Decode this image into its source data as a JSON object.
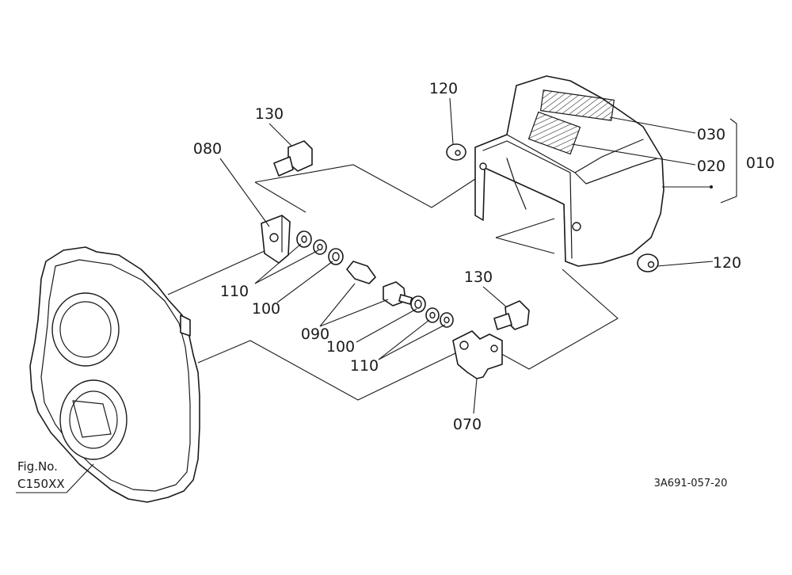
{
  "figure": {
    "fig_no_label": "Fig.No.",
    "fig_no_value": "C150XX",
    "drawing_code": "3A691-057-20"
  },
  "parts": [
    {
      "id": "p010",
      "number": "010"
    },
    {
      "id": "p020",
      "number": "020"
    },
    {
      "id": "p030",
      "number": "030"
    },
    {
      "id": "p070",
      "number": "070"
    },
    {
      "id": "p080",
      "number": "080"
    },
    {
      "id": "p090",
      "number": "090"
    },
    {
      "id": "p100a",
      "number": "100"
    },
    {
      "id": "p100b",
      "number": "100"
    },
    {
      "id": "p110a",
      "number": "110"
    },
    {
      "id": "p110b",
      "number": "110"
    },
    {
      "id": "p120a",
      "number": "120"
    },
    {
      "id": "p120b",
      "number": "120"
    },
    {
      "id": "p130a",
      "number": "130"
    },
    {
      "id": "p130b",
      "number": "130"
    }
  ]
}
